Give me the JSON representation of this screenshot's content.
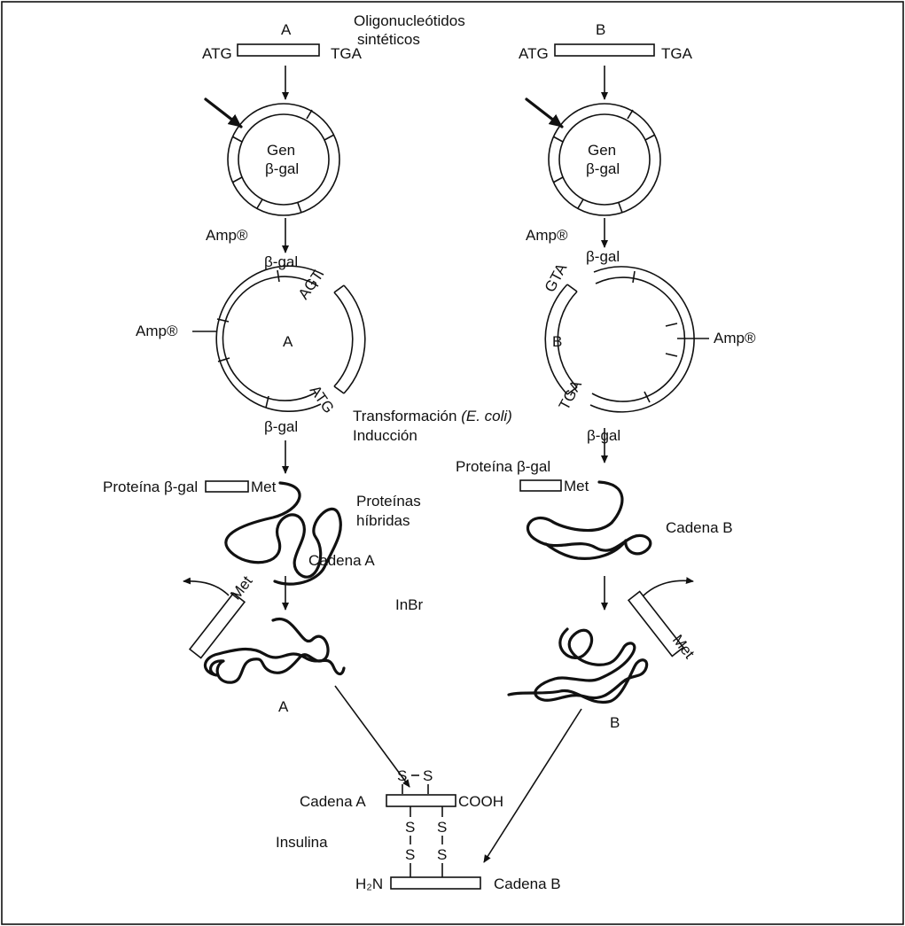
{
  "labels": {
    "oligo_line1": "Oligonucleótidos",
    "oligo_line2": "sintéticos",
    "seg_a": "A",
    "seg_b": "B",
    "atg": "ATG",
    "tga": "TGA",
    "gen": "Gen",
    "beta_gal": "β-gal",
    "amp": "Amp®",
    "agt": "AGT",
    "gta": "GTA",
    "transformacion": "Transformación ",
    "e_coli": "(E. coli)",
    "induccion": "Inducción",
    "proteina_bgal": "Proteína β-gal",
    "met": "Met",
    "proteinas": "Proteínas",
    "hibridas": "híbridas",
    "cadena_a": "Cadena A",
    "cadena_b": "Cadena B",
    "inbr": "InBr",
    "chain_a": "A",
    "chain_b": "B",
    "s": "S",
    "cooh": "COOH",
    "insulina": "Insulina",
    "h2n": "H₂N"
  }
}
